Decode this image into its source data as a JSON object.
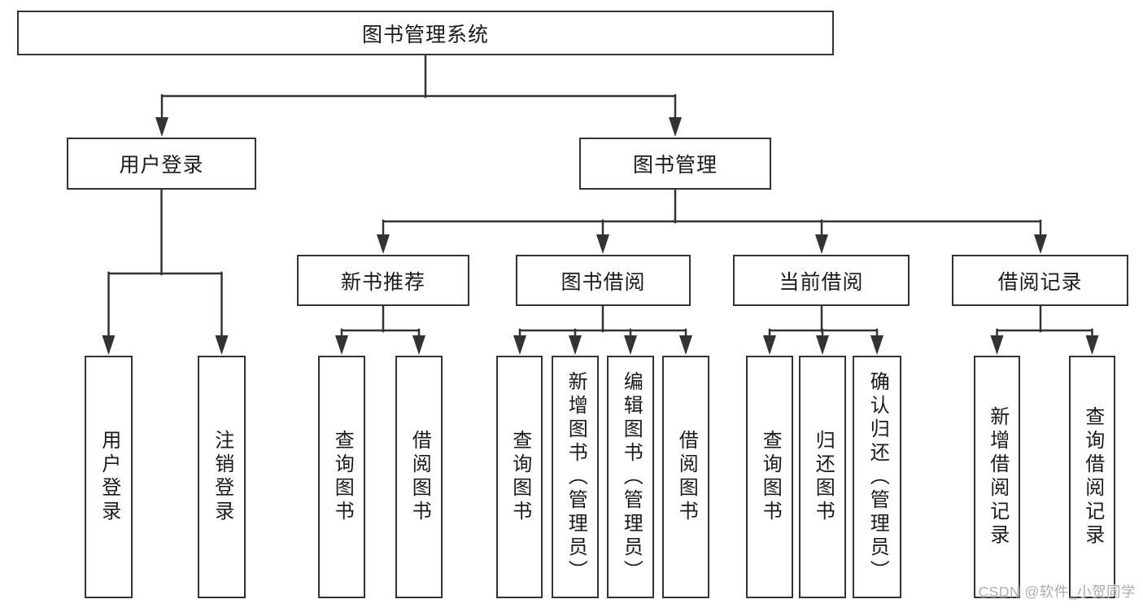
{
  "diagram": {
    "type": "hierarchy-tree",
    "root": {
      "label": "图书管理系统"
    },
    "branches": [
      {
        "label": "用户登录",
        "children": [
          {
            "label": "用户登录"
          },
          {
            "label": "注销登录"
          }
        ]
      },
      {
        "label": "图书管理",
        "children": [
          {
            "label": "新书推荐",
            "children": [
              {
                "label": "查询图书"
              },
              {
                "label": "借阅图书"
              }
            ]
          },
          {
            "label": "图书借阅",
            "children": [
              {
                "label": "查询图书"
              },
              {
                "label": "新增图书（管理员）"
              },
              {
                "label": "编辑图书（管理员）"
              },
              {
                "label": "借阅图书"
              }
            ]
          },
          {
            "label": "当前借阅",
            "children": [
              {
                "label": "查询图书"
              },
              {
                "label": "归还图书"
              },
              {
                "label": "确认归还（管理员）"
              }
            ]
          },
          {
            "label": "借阅记录",
            "children": [
              {
                "label": "新增借阅记录"
              },
              {
                "label": "查询借阅记录"
              }
            ]
          }
        ]
      }
    ]
  },
  "watermark": {
    "text": "CSDN @软件_小贺同学",
    "color": "#a4a4a4"
  },
  "colors": {
    "line": "#333333",
    "box_border": "#333333",
    "box_background": "#ffffff",
    "text": "#1a1a1a",
    "page_background": "#ffffff"
  }
}
